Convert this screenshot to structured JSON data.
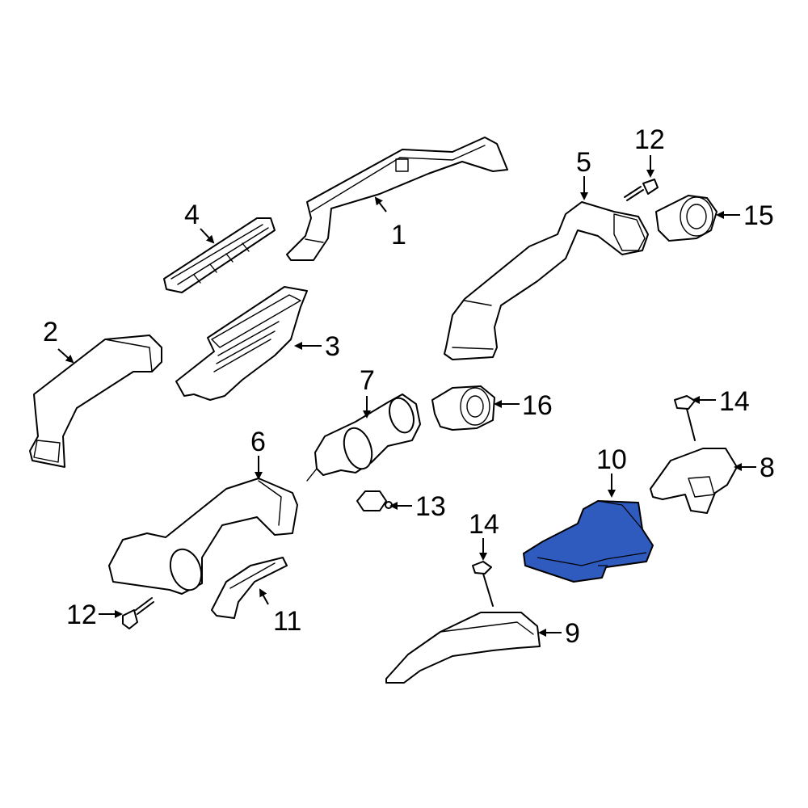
{
  "diagram": {
    "highlight_color": "#2f5bbf",
    "callouts": {
      "c1": "1",
      "c2": "2",
      "c3": "3",
      "c4": "4",
      "c5": "5",
      "c6": "6",
      "c7": "7",
      "c8": "8",
      "c9": "9",
      "c10": "10",
      "c11": "11",
      "c12a": "12",
      "c12b": "12",
      "c13": "13",
      "c14a": "14",
      "c14b": "14",
      "c15": "15",
      "c16": "16"
    }
  }
}
